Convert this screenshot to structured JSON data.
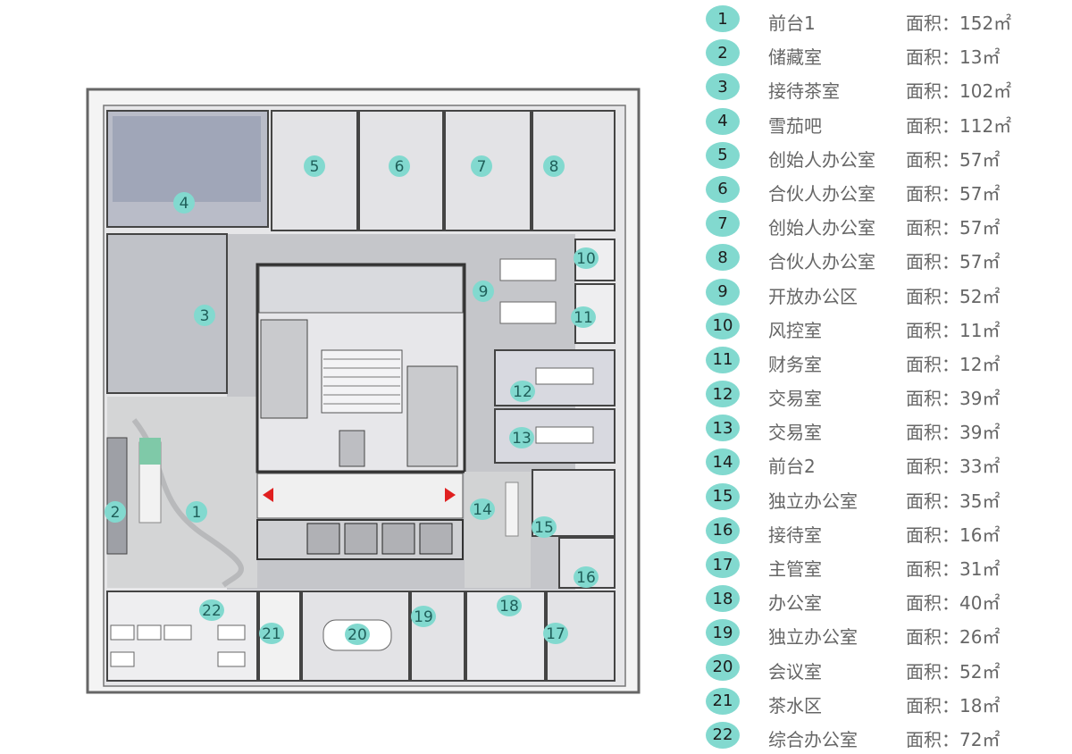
{
  "colors": {
    "badge": "#82d9cf",
    "wall": "#555555",
    "room_fill": "#dcdde3",
    "lobby_fill": "#c9cacc",
    "marble": "#d7d8d8",
    "label_text": "#666666",
    "arrow": "#e02020"
  },
  "area_prefix": "面积：",
  "legend": [
    {
      "num": "1",
      "name": "前台1",
      "area": "152㎡"
    },
    {
      "num": "2",
      "name": "储藏室",
      "area": "13㎡"
    },
    {
      "num": "3",
      "name": "接待茶室",
      "area": "102㎡"
    },
    {
      "num": "4",
      "name": "雪茄吧",
      "area": "112㎡"
    },
    {
      "num": "5",
      "name": "创始人办公室",
      "area": "57㎡"
    },
    {
      "num": "6",
      "name": "合伙人办公室",
      "area": "57㎡"
    },
    {
      "num": "7",
      "name": "创始人办公室",
      "area": "57㎡"
    },
    {
      "num": "8",
      "name": "合伙人办公室",
      "area": "57㎡"
    },
    {
      "num": "9",
      "name": "开放办公区",
      "area": "52㎡"
    },
    {
      "num": "10",
      "name": "风控室",
      "area": "11㎡"
    },
    {
      "num": "11",
      "name": "财务室",
      "area": "12㎡"
    },
    {
      "num": "12",
      "name": "交易室",
      "area": "39㎡"
    },
    {
      "num": "13",
      "name": "交易室",
      "area": "39㎡"
    },
    {
      "num": "14",
      "name": "前台2",
      "area": "33㎡"
    },
    {
      "num": "15",
      "name": "独立办公室",
      "area": "35㎡"
    },
    {
      "num": "16",
      "name": "接待室",
      "area": "16㎡"
    },
    {
      "num": "17",
      "name": "主管室",
      "area": "31㎡"
    },
    {
      "num": "18",
      "name": "办公室",
      "area": "40㎡"
    },
    {
      "num": "19",
      "name": "独立办公室",
      "area": "26㎡"
    },
    {
      "num": "20",
      "name": "会议室",
      "area": "52㎡"
    },
    {
      "num": "21",
      "name": "茶水区",
      "area": "18㎡"
    },
    {
      "num": "22",
      "name": "综合办公室",
      "area": "72㎡"
    }
  ],
  "plan_labels": [
    "1",
    "2",
    "3",
    "4",
    "5",
    "6",
    "7",
    "8",
    "9",
    "10",
    "11",
    "12",
    "13",
    "14",
    "15",
    "16",
    "17",
    "18",
    "19",
    "20",
    "21",
    "22"
  ]
}
